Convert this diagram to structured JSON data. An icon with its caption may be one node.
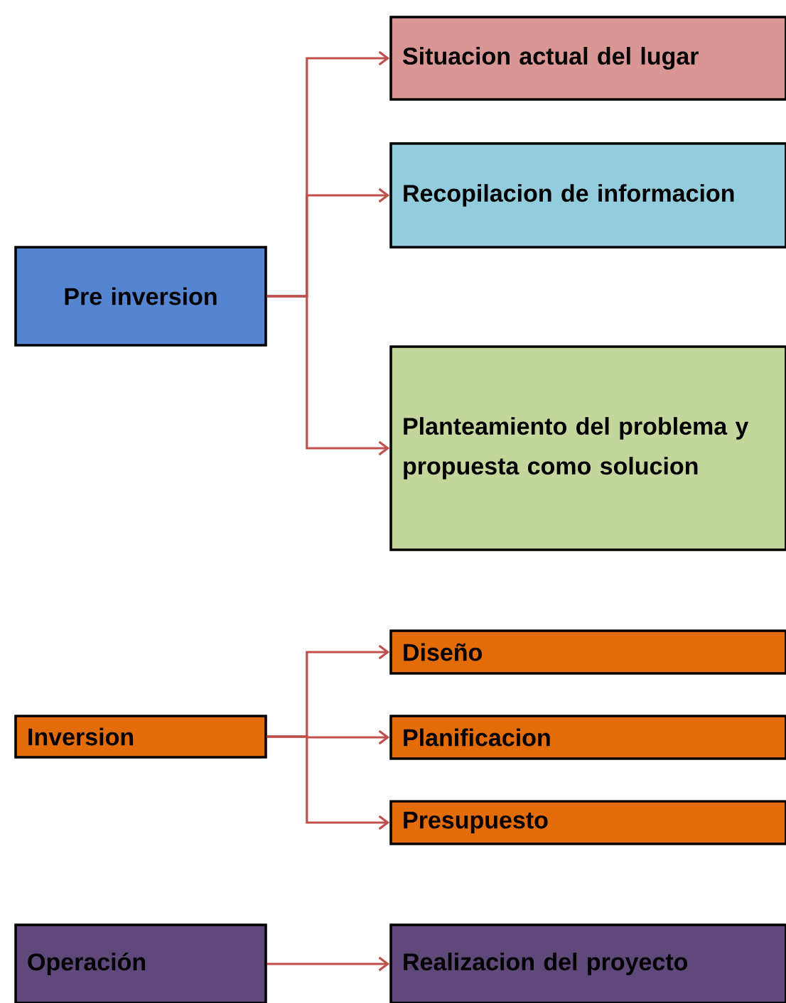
{
  "diagram": {
    "nodes": [
      {
        "text": [
          "Pre inversion"
        ]
      },
      {
        "text": [
          "Situacion actual del lugar"
        ]
      },
      {
        "text": [
          "Recopilacion de informacion"
        ]
      },
      {
        "text": [
          "Planteamiento del problema y propuesta como solucion"
        ]
      },
      {
        "text": [
          "Inversion"
        ]
      },
      {
        "text": [
          "Diseño"
        ]
      },
      {
        "text": [
          "Planificacion"
        ]
      },
      {
        "text": [
          "Presupuesto"
        ]
      },
      {
        "text": [
          "Operación"
        ]
      },
      {
        "text": [
          "Realizacion del proyecto"
        ]
      }
    ],
    "edges": [
      {
        "from": 0,
        "to": 1,
        "arrow": "to"
      },
      {
        "from": 0,
        "to": 2,
        "arrow": "to"
      },
      {
        "from": 0,
        "to": 3,
        "arrow": "to"
      },
      {
        "from": 4,
        "to": 5,
        "arrow": "to"
      },
      {
        "from": 4,
        "to": 6,
        "arrow": "to"
      },
      {
        "from": 4,
        "to": 7,
        "arrow": "to"
      },
      {
        "from": 8,
        "to": 9,
        "arrow": "to"
      }
    ]
  }
}
